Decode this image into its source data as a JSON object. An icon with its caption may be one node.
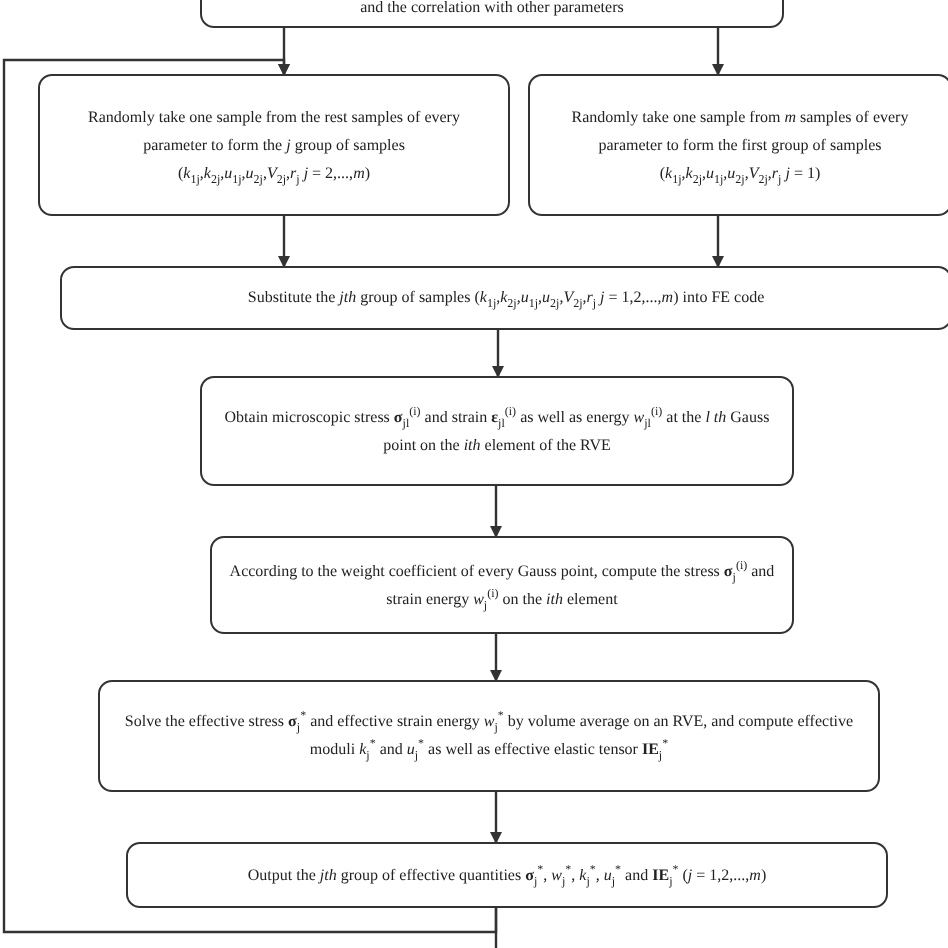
{
  "diagram": {
    "nodes": [
      {
        "text": [
          "and the correlation with other parameters"
        ]
      },
      {
        "text": [
          "Randomly take one sample from the rest samples of every parameter to form the *j* group of samples",
          "(*k*$_{1j}$,*k*$_{2j}$,*u*$_{1j}$,*u*$_{2j}$,*V*$_{2j}$,*r*$_{j}$ *j* = 2,...,*m*)"
        ]
      },
      {
        "text": [
          "Randomly take one sample from *m* samples of every parameter to form the first group of samples",
          "(*k*$_{1j}$,*k*$_{2j}$,*u*$_{1j}$,*u*$_{2j}$,*V*$_{2j}$,*r*$_{j}$ *j* = 1)"
        ]
      },
      {
        "text": [
          "Substitute the *jth* group of samples (*k*$_{1j}$,*k*$_{2j}$,*u*$_{1j}$,*u*$_{2j}$,*V*$_{2j}$,*r*$_{j}$ *j* = 1,2,...,*m*) into FE code"
        ]
      },
      {
        "text": [
          "Obtain microscopic stress **σ**$_{jl}$$^{(i)}$ and strain **ε**$_{jl}$$^{(i)}$ as well as energy *w*$_{jl}$$^{(i)}$ at the *l th* Gauss point on the *ith* element of the RVE"
        ]
      },
      {
        "text": [
          "According to the weight coefficient of every Gauss point, compute the stress **σ**$_{j}$$^{(i)}$ and strain energy *w*$_{j}$$^{(i)}$ on the *ith* element"
        ]
      },
      {
        "text": [
          "Solve the effective stress **σ**$_{j}$$^{*}$ and effective strain energy *w*$_{j}$$^{*}$ by volume average on an RVE, and compute effective moduli *k*$_{j}$$^{*}$ and *u*$_{j}$$^{*}$ as well as effective elastic tensor **IE**$_{j}$$^{*}$"
        ]
      },
      {
        "text": [
          "Output the *jth* group of effective quantities **σ**$_{j}$$^{*}$, *w*$_{j}$$^{*}$, *k*$_{j}$$^{*}$, *u*$_{j}$$^{*}$ and **IE**$_{j}$$^{*}$ (*j* = 1,2,...,*m*)"
        ]
      }
    ],
    "edges": [
      {
        "from": 0,
        "to": 1,
        "arrow": "to"
      },
      {
        "from": 0,
        "to": 2,
        "arrow": "to"
      },
      {
        "from": 1,
        "to": 3,
        "arrow": "to"
      },
      {
        "from": 2,
        "to": 3,
        "arrow": "to"
      },
      {
        "from": 3,
        "to": 4,
        "arrow": "to"
      },
      {
        "from": 4,
        "to": 5,
        "arrow": "to"
      },
      {
        "from": 5,
        "to": 6,
        "arrow": "to"
      },
      {
        "from": 6,
        "to": 7,
        "arrow": "to"
      },
      {
        "from": 7,
        "to": 1,
        "arrow": "to"
      },
      {
        "from": 7,
        "to": null,
        "arrow": "none"
      }
    ]
  }
}
